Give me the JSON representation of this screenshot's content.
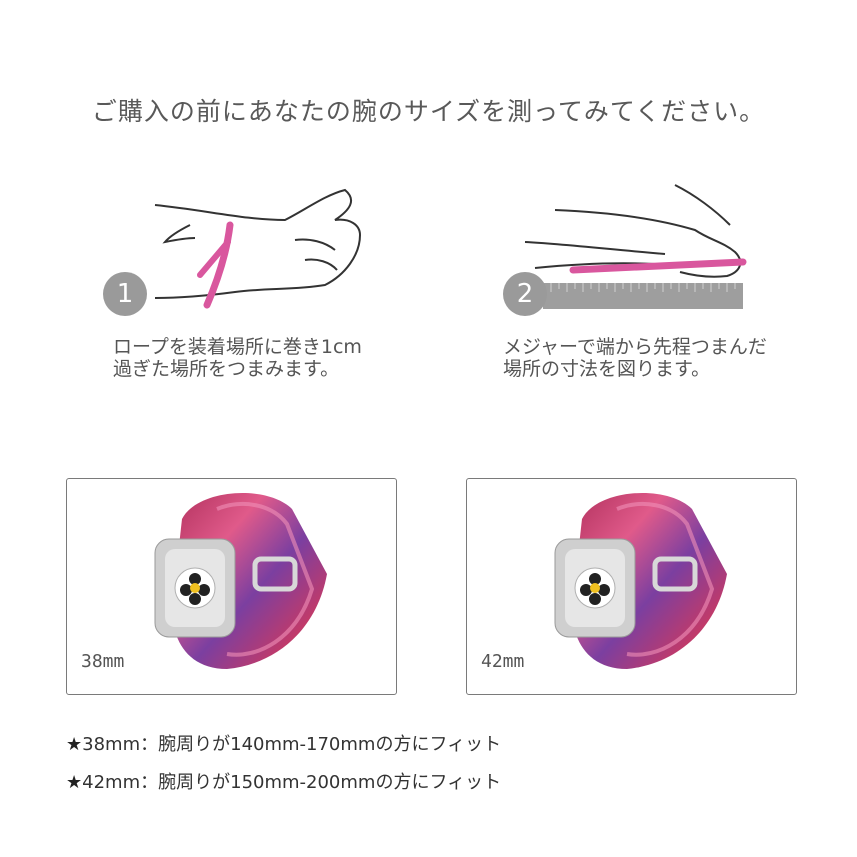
{
  "heading": "ご購入の前にあなたの腕のサイズを測ってみてください。",
  "steps": [
    {
      "number": "1",
      "text": "ロープを装着場所に巻き1cm\n過ぎた場所をつまみます。"
    },
    {
      "number": "2",
      "text": "メジャーで端から先程つまんだ\n場所の寸法を図ります。"
    }
  ],
  "sizes": [
    {
      "label": "38mm",
      "icon": "watch-band-icon"
    },
    {
      "label": "42mm",
      "icon": "watch-band-icon"
    }
  ],
  "fit_notes": [
    {
      "star": "★",
      "text": "38mm：腕周りが140mm-170mmの方にフィット"
    },
    {
      "star": "★",
      "text": "42mm：腕周りが150mm-200mmの方にフィット"
    }
  ],
  "colors": {
    "rope": "#d9579e",
    "badge": "#9a9a9a",
    "border": "#7a7a7a"
  }
}
